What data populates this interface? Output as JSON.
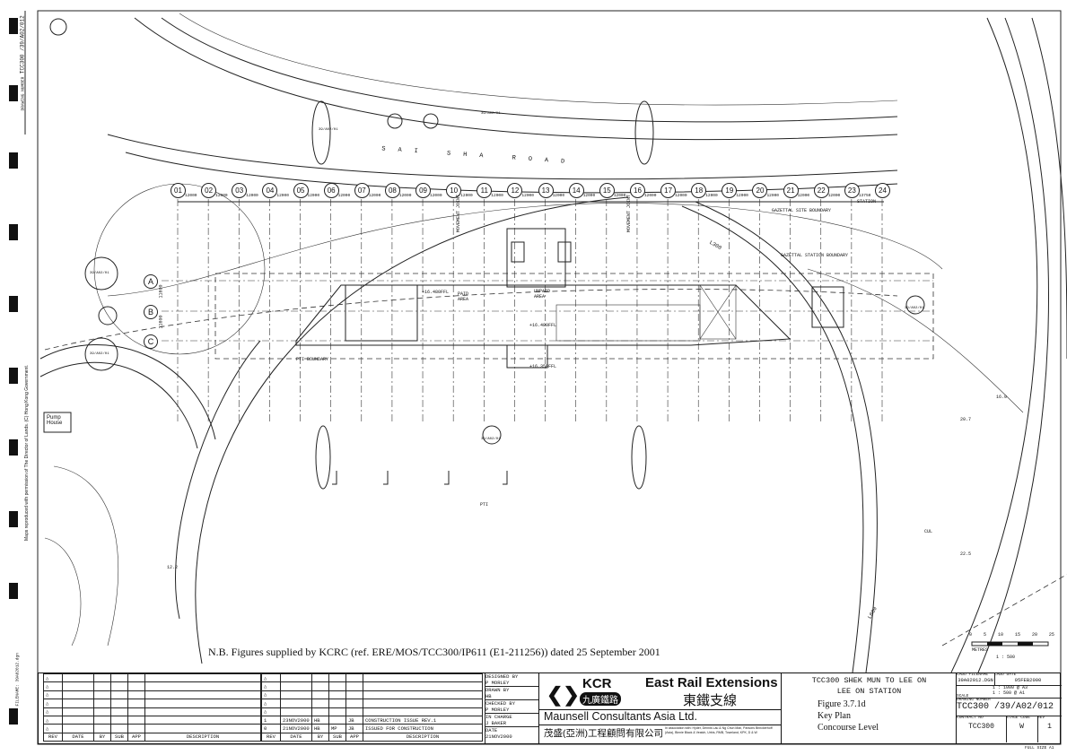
{
  "drawing": {
    "road_name": [
      "SAI",
      "SHA",
      "ROAD"
    ],
    "grid_columns": [
      "01",
      "02",
      "03",
      "04",
      "05",
      "06",
      "07",
      "08",
      "09",
      "10",
      "11",
      "12",
      "13",
      "14",
      "15",
      "16",
      "17",
      "18",
      "19",
      "20",
      "21",
      "22",
      "23",
      "24"
    ],
    "grid_spacing_labels": [
      "12000",
      "12000",
      "12000",
      "12000",
      "12000",
      "12000",
      "12000",
      "12000",
      "12000",
      "12000",
      "12000",
      "12000",
      "12000",
      "12000",
      "12000",
      "12000",
      "12000",
      "12000",
      "12000",
      "12000",
      "12000",
      "12000",
      "13750"
    ],
    "grid_rows": [
      "A",
      "B",
      "C"
    ],
    "row_dims": [
      "11600",
      "11600"
    ],
    "section_refs": [
      "39/A02/01",
      "39/A02/01",
      "39/A02/01",
      "39/A02/01",
      "39/A02/01",
      "39/A02/01"
    ],
    "labels": {
      "paid_area": "PAID AREA",
      "unpaid_area": "UNPAID AREA",
      "ffl1": "+16.480FFL",
      "ffl2": "+16.480FFL",
      "ffl3": "+16.350FFL",
      "pti_boundary": "PTI BOUNDARY",
      "pti": "PTI",
      "gazettal_site": "GAZETTAL SITE BOUNDARY",
      "gazettal_station": "GAZETTAL STATION BOUNDARY",
      "station": "STATION",
      "movement_joint_1": "MOVEMENT JOINT",
      "movement_joint_2": "MOVEMENT JOINT",
      "l300": "L300",
      "l800": "L800",
      "pump_house": "Pump House",
      "cul": "CUL",
      "lvl1": "22.5",
      "lvl2": "20.7",
      "lvl3": "16.0",
      "lvl4": "12.2"
    },
    "scale_bar": {
      "ticks": [
        "0",
        "5",
        "10",
        "15",
        "20",
        "25"
      ],
      "unit": "METRES",
      "ratio": "1 : 500"
    },
    "sheet_number_margin": "TCC300 /39/A02/012",
    "drawing_number_label": "DRAWING NUMBER",
    "copyright": "Maps reproduced with permission of The Director of Lands. (C) Hong Kong Government.",
    "plot_info": "FILENAME: 39A02012.dgn"
  },
  "note": "N.B. Figures supplied by KCRC (ref. ERE/MOS/TCC300/IP611 (E1-211256)) dated 25 September 2001",
  "title_block": {
    "rev_headers": [
      "REV",
      "DATE",
      "BY",
      "SUB",
      "APP",
      "DESCRIPTION"
    ],
    "revisions": [
      {
        "rev": "1",
        "date": "23NOV2000",
        "by": "HB",
        "sub": "",
        "app": "JB",
        "desc": "CONSTRUCTION  ISSUE REV.1"
      },
      {
        "rev": "0",
        "date": "21NOV2000",
        "by": "HB",
        "sub": "MP",
        "app": "JB",
        "desc": "ISSUED FOR CONSTRUCTION"
      }
    ],
    "designed_by_label": "DESIGNED BY",
    "designed_by": "P MORLEY",
    "drawn_by_label": "DRAWN BY",
    "drawn_by": "HB",
    "checked_by_label": "CHECKED BY",
    "checked_by": "P MORLEY",
    "in_charge_label": "IN CHARGE",
    "in_charge": "J BAKER",
    "date_label": "DATE",
    "date": "21NOV2000",
    "client_short": "KCR",
    "client_chinese": "九廣鐵路",
    "project": "East Rail Extensions",
    "project_chinese": "東鐵支線",
    "consultant": "Maunsell Consultants  Asia  Ltd.",
    "consultant_chinese": "茂盛(亞洲)工程顧問有限公司",
    "association": "In association with: Hyder, Dennis Lau & Ng Chun Man, Parsons Brinckerhoff (Asia), Binnie Black & Veatch, Urbis, RMB, Townland, KPK, D & W",
    "title_line1": "TCC300 SHEK MUN TO LEE ON",
    "title_line2": "LEE ON STATION",
    "figure": "Figure 3.7.1d",
    "subtitle1": "Key Plan",
    "subtitle2": "Concourse Level",
    "cadd_filename_label": "CADD FILENAME",
    "cadd_filename": "39A02012.DGN",
    "cadd_date_label": "CADD DATE",
    "cadd_date": "05FEB2000",
    "scale_label": "SCALE",
    "scale1": "1 : 1000 @ A3",
    "scale2": "1 : 500 @ A1",
    "drawing_number_label": "DRAWING NUMBER",
    "drawing_number": "TCC300 /39/A02/012",
    "contract_label": "CONTRACT NO",
    "contract": "TCC300",
    "stage_label": "STAGE CODE",
    "stage": "W",
    "rev_label": "REV",
    "rev": "1",
    "full_size": "FULL SIZE A1"
  }
}
